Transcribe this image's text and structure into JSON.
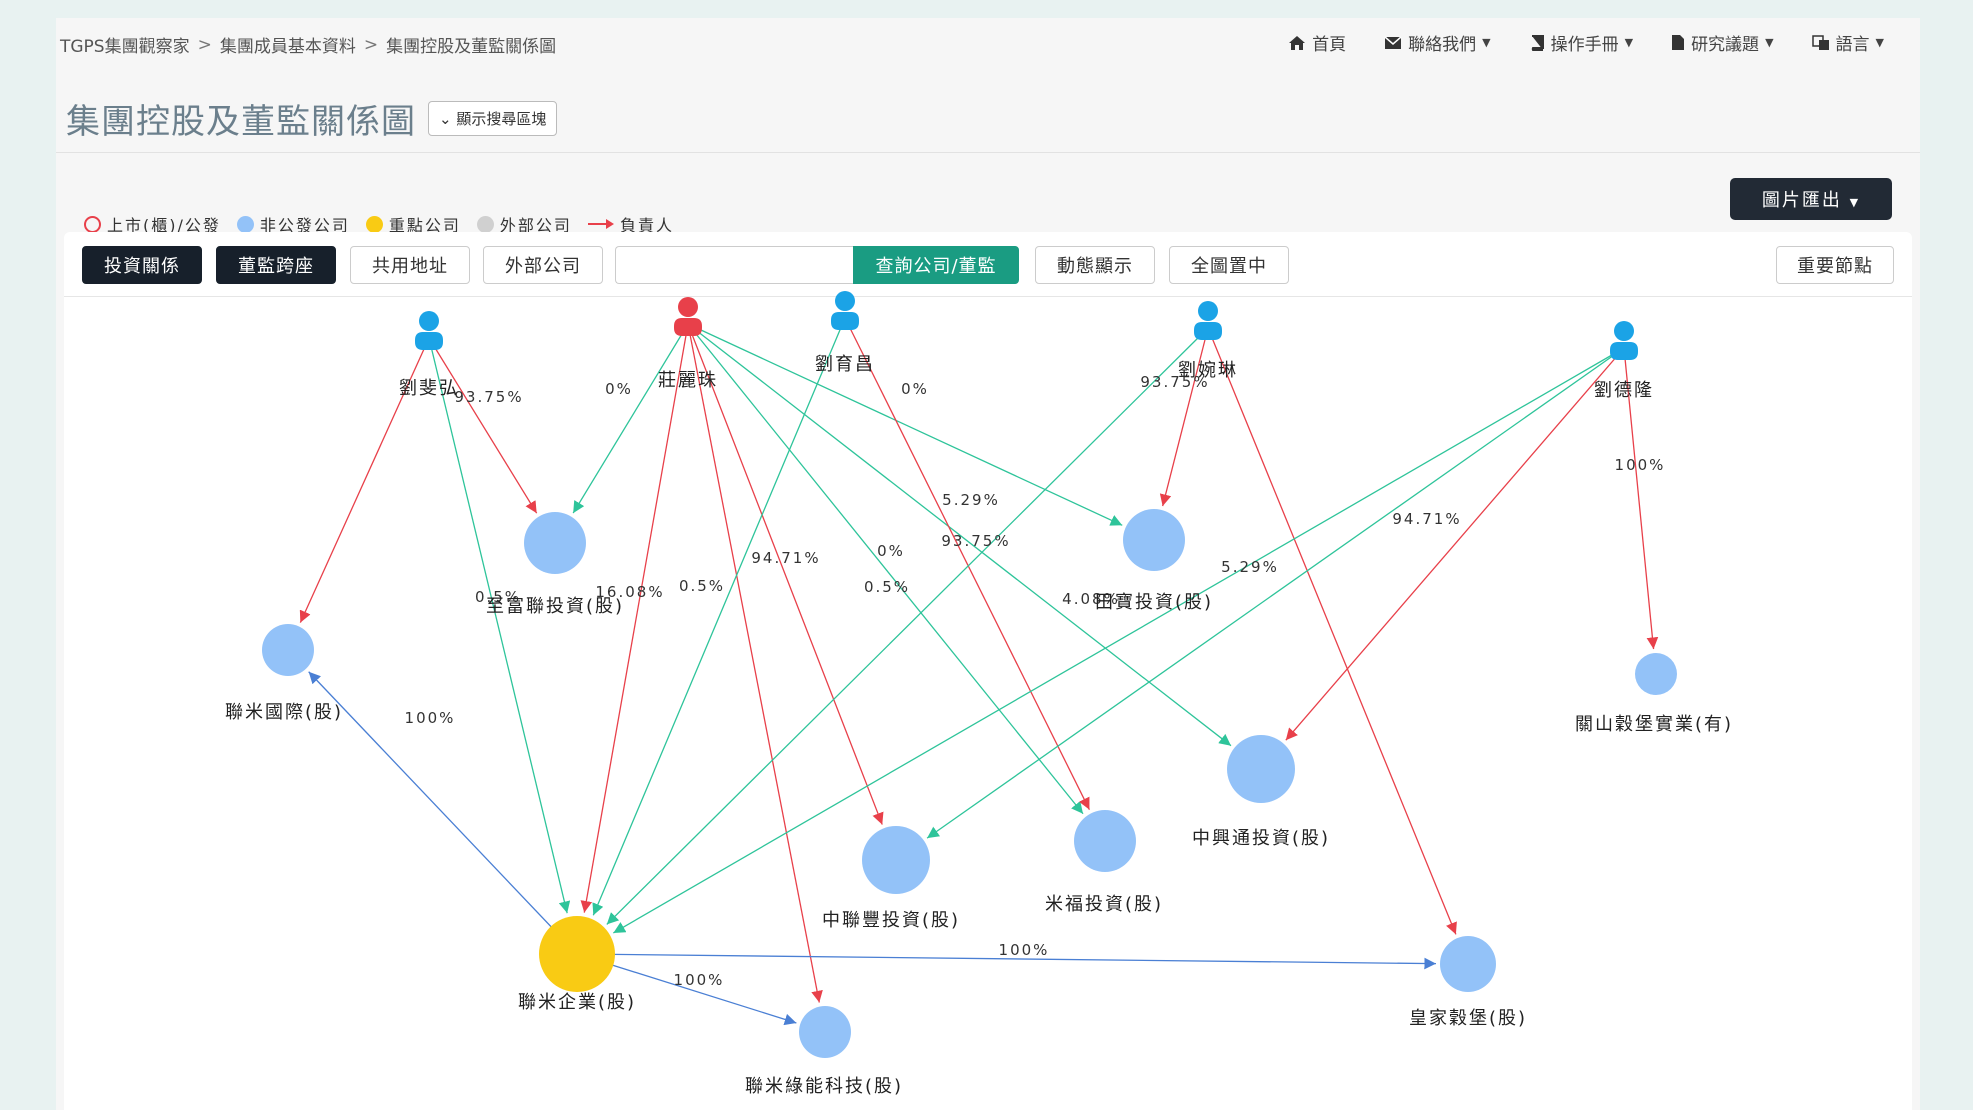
{
  "breadcrumb": [
    "TGPS集團觀察家",
    "集團成員基本資料",
    "集團控股及董監關係圖"
  ],
  "breadcrumb_sep": ">",
  "nav": {
    "home": "首頁",
    "contact": "聯絡我們",
    "manual": "操作手冊",
    "research": "研究議題",
    "language": "語言"
  },
  "page_title": "集團控股及董監關係圖",
  "show_search_btn": "顯示搜尋區塊",
  "legend": {
    "listed": "上市(櫃)/公發",
    "non_public": "非公發公司",
    "key": "重點公司",
    "external": "外部公司",
    "responsible": "負責人"
  },
  "export_btn": "圖片匯出",
  "toolbar": {
    "invest": "投資關係",
    "board": "董監跨座",
    "shared_addr": "共用地址",
    "external": "外部公司",
    "search_placeholder": "",
    "query": "查詢公司/董監",
    "dynamic": "動態顯示",
    "center": "全圖置中",
    "important": "重要節點"
  },
  "colors": {
    "listed": "#e8404a",
    "non_public": "#93c2f8",
    "key": "#f9cb14",
    "external": "#d0d0d0",
    "responsible": "#e8404a",
    "invest_edge": "#2ec49a",
    "company_edge": "#4a7fd4",
    "person": "#1ba3e6",
    "person_red": "#e8404a"
  },
  "graph": {
    "people": [
      {
        "id": "p1",
        "name": "劉斐弘",
        "color": "person"
      },
      {
        "id": "p2",
        "name": "莊麗珠",
        "color": "person_red"
      },
      {
        "id": "p3",
        "name": "劉育昌",
        "color": "person"
      },
      {
        "id": "p4",
        "name": "劉婉琳",
        "color": "person"
      },
      {
        "id": "p5",
        "name": "劉德隆",
        "color": "person"
      }
    ],
    "companies": [
      {
        "id": "c1",
        "name": "至富聯投資(股)",
        "kind": "non_public"
      },
      {
        "id": "c2",
        "name": "聯米國際(股)",
        "kind": "non_public"
      },
      {
        "id": "c3",
        "name": "田寶投資(股)",
        "kind": "non_public"
      },
      {
        "id": "c4",
        "name": "關山穀堡實業(有)",
        "kind": "non_public"
      },
      {
        "id": "c5",
        "name": "中興通投資(股)",
        "kind": "non_public"
      },
      {
        "id": "c6",
        "name": "中聯豐投資(股)",
        "kind": "non_public"
      },
      {
        "id": "c7",
        "name": "米福投資(股)",
        "kind": "non_public"
      },
      {
        "id": "c8",
        "name": "聯米企業(股)",
        "kind": "key"
      },
      {
        "id": "c9",
        "name": "皇家穀堡(股)",
        "kind": "non_public"
      },
      {
        "id": "c10",
        "name": "聯米綠能科技(股)",
        "kind": "non_public"
      }
    ],
    "edges": [
      {
        "from": "p1",
        "to": "c2",
        "type": "responsible",
        "label": ""
      },
      {
        "from": "p1",
        "to": "c1",
        "type": "responsible",
        "label": "93.75%"
      },
      {
        "from": "p1",
        "to": "c8",
        "type": "invest",
        "label": "0.5%"
      },
      {
        "from": "p2",
        "to": "c1",
        "type": "invest",
        "label": "0%"
      },
      {
        "from": "p2",
        "to": "c8",
        "type": "responsible",
        "label": "16.08%"
      },
      {
        "from": "p2",
        "to": "c10",
        "type": "responsible",
        "label": ""
      },
      {
        "from": "p2",
        "to": "c6",
        "type": "responsible",
        "label": "94.71%"
      },
      {
        "from": "p2",
        "to": "c3",
        "type": "invest",
        "label": "0%"
      },
      {
        "from": "p2",
        "to": "c7",
        "type": "invest",
        "label": "0%"
      },
      {
        "from": "p2",
        "to": "c5",
        "type": "invest",
        "label": "4.08%"
      },
      {
        "from": "p3",
        "to": "c8",
        "type": "invest",
        "label": "0.5%"
      },
      {
        "from": "p3",
        "to": "c7",
        "type": "responsible",
        "label": "93.75%"
      },
      {
        "from": "p4",
        "to": "c3",
        "type": "responsible",
        "label": "93.75%"
      },
      {
        "from": "p4",
        "to": "c9",
        "type": "responsible",
        "label": ""
      },
      {
        "from": "p4",
        "to": "c8",
        "type": "invest",
        "label": "0.5%"
      },
      {
        "from": "p5",
        "to": "c4",
        "type": "responsible",
        "label": "100%"
      },
      {
        "from": "p5",
        "to": "c5",
        "type": "responsible",
        "label": "94.71%"
      },
      {
        "from": "p5",
        "to": "c6",
        "type": "invest",
        "label": "5.29%"
      },
      {
        "from": "p5",
        "to": "c8",
        "type": "invest",
        "label": "5.29%"
      },
      {
        "from": "c8",
        "to": "c2",
        "type": "company",
        "label": "100%"
      },
      {
        "from": "c8",
        "to": "c9",
        "type": "company",
        "label": "100%"
      },
      {
        "from": "c8",
        "to": "c10",
        "type": "company",
        "label": "100%"
      }
    ]
  }
}
